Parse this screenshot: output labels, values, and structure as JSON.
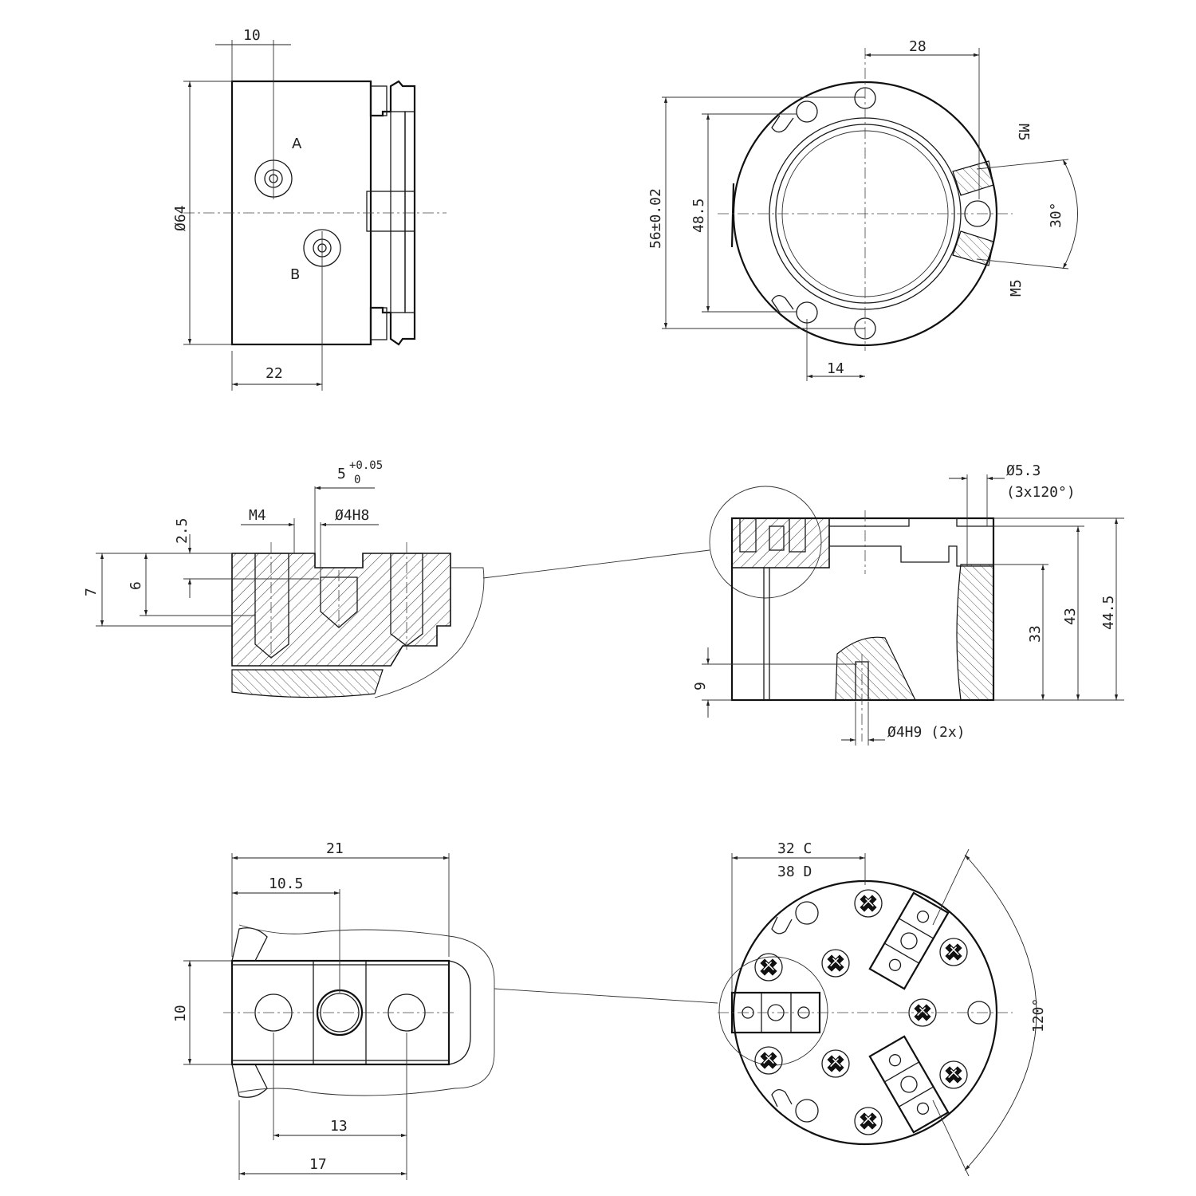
{
  "views": {
    "side_view": {
      "dimensions": [
        "10",
        "Ø64",
        "22"
      ],
      "labels": [
        "A",
        "B"
      ]
    },
    "top_view": {
      "dimensions": [
        "28",
        "56±0.02",
        "48.5",
        "14",
        "M5",
        "M5",
        "30°"
      ]
    },
    "section_detail": {
      "dimensions": [
        "5",
        "+0.05",
        "0",
        "M4",
        "Ø4H8",
        "2.5",
        "7",
        "6"
      ]
    },
    "section_view": {
      "dimensions": [
        "Ø5.3",
        "(3x120°)",
        "33",
        "43",
        "44.5",
        "9",
        "Ø4H9 (2x)"
      ]
    },
    "plan_detail": {
      "dimensions": [
        "21",
        "10.5",
        "10",
        "13",
        "17"
      ]
    },
    "bottom_view": {
      "dimensions": [
        "32 C",
        "38 D",
        "120°"
      ]
    }
  },
  "icons": {
    "screw": "phillips-screw-icon",
    "hole": "through-hole-icon"
  }
}
